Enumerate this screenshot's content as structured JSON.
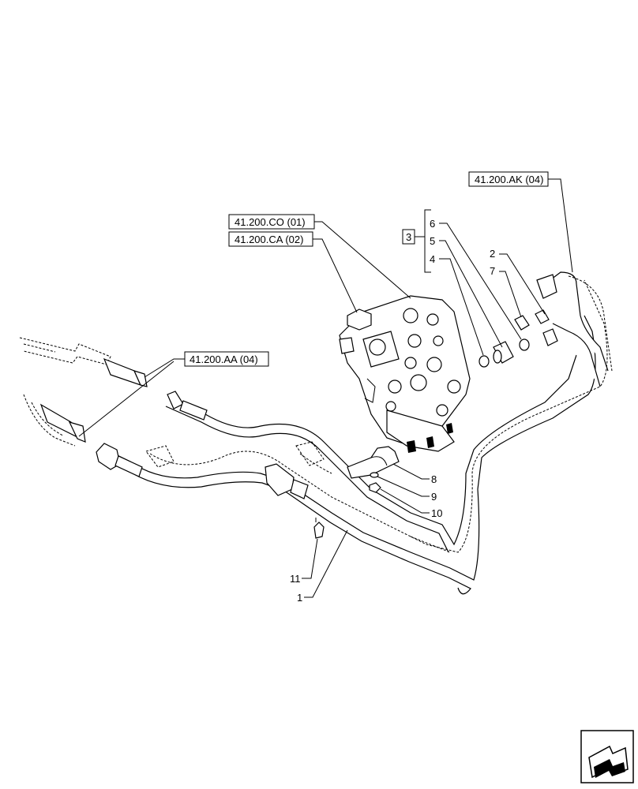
{
  "references": {
    "ref_co": "41.200.CO (01)",
    "ref_ca": "41.200.CA (02)",
    "ref_ak": "41.200.AK (04)",
    "ref_aa": "41.200.AA (04)"
  },
  "kit_number": "3",
  "callouts": {
    "n1": "1",
    "n2": "2",
    "n4": "4",
    "n5": "5",
    "n6": "6",
    "n7": "7",
    "n8": "8",
    "n9": "9",
    "n10": "10",
    "n11": "11"
  },
  "icons": {
    "nav": "next-page-arrow-icon"
  }
}
